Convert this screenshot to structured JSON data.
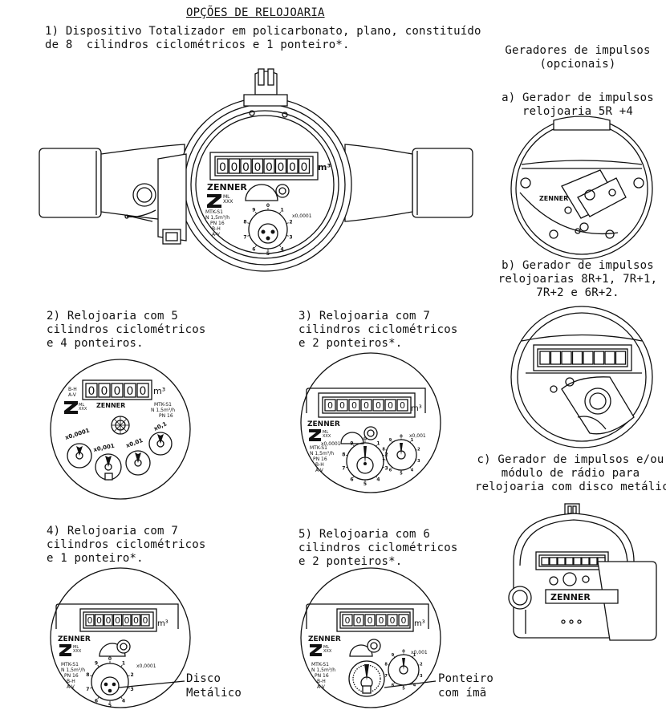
{
  "title": "OPÇÕES DE RELOJOARIA",
  "opt1": {
    "line1": "1) Dispositivo Totalizador em policarbonato, plano, constituído",
    "line2": "de 8  cilindros ciclométricos e 1 ponteiro*."
  },
  "opt2": {
    "line1": "2) Relojoaria com 5",
    "line2": "cilindros ciclométricos",
    "line3": "e 4 ponteiros."
  },
  "opt3": {
    "line1": "3) Relojoaria com 7",
    "line2": "cilindros ciclométricos",
    "line3": "e 2 ponteiros*."
  },
  "opt4": {
    "line1": "4) Relojoaria com 7",
    "line2": "cilindros ciclométricos",
    "line3": "e 1 ponteiro*."
  },
  "opt5": {
    "line1": "5) Relojoaria com 6",
    "line2": "cilindros ciclométricos",
    "line3": "e 2 ponteiros*."
  },
  "generators": {
    "heading1": "Geradores de impulsos",
    "heading2": "(opcionais)",
    "a1": "a) Gerador de impulsos",
    "a2": "relojoaria 5R +4",
    "b1": "b) Gerador de impulsos",
    "b2": "relojoarias 8R+1, 7R+1,",
    "b3": "7R+2 e 6R+2.",
    "c1": "c) Gerador de impulsos e/ou",
    "c2": "módulo de rádio para",
    "c3": "relojoaria com disco metálico"
  },
  "callouts": {
    "disco1": "Disco",
    "disco2": "Metálico",
    "ponteiro1": "Ponteiro",
    "ponteiro2": "com ímã"
  },
  "dial": {
    "brand": "ZENNER",
    "ml": "ML",
    "xxx": "XXX",
    "unit": "m³",
    "model": "MTK-S1",
    "flow": "N 1,5m³/h",
    "pn": "PN 16",
    "bh": "B-H",
    "av": "A-V",
    "factor1": "x0,0001",
    "factor3": "x0,001",
    "counter2": "00000",
    "s2_0001": "x0,0001",
    "s2_001": "x0,001",
    "s2_01": "x0,01",
    "s2_1": "x0,1"
  },
  "scale_digits": [
    "0",
    "1",
    "2",
    "3",
    "4",
    "5",
    "6",
    "7",
    "8",
    "9"
  ]
}
